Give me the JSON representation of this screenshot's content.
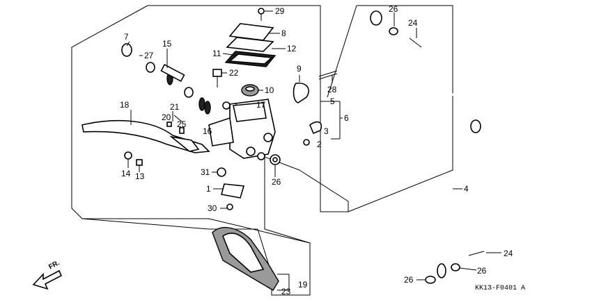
{
  "diagram": {
    "drawing_code": "KK13-F0401 A",
    "direction_label": "FR.",
    "callouts": [
      {
        "id": "c29",
        "text": "29"
      },
      {
        "id": "c8",
        "text": "8"
      },
      {
        "id": "c12",
        "text": "12"
      },
      {
        "id": "c11",
        "text": "11"
      },
      {
        "id": "c7",
        "text": "7"
      },
      {
        "id": "c27",
        "text": "27"
      },
      {
        "id": "c15",
        "text": "15"
      },
      {
        "id": "c22",
        "text": "22"
      },
      {
        "id": "c9",
        "text": "9"
      },
      {
        "id": "c10",
        "text": "10"
      },
      {
        "id": "c28",
        "text": "28"
      },
      {
        "id": "c17",
        "text": "17"
      },
      {
        "id": "c5",
        "text": "5"
      },
      {
        "id": "c6",
        "text": "6"
      },
      {
        "id": "c18",
        "text": "18"
      },
      {
        "id": "c21",
        "text": "21"
      },
      {
        "id": "c20",
        "text": "20"
      },
      {
        "id": "c25",
        "text": "25"
      },
      {
        "id": "c16",
        "text": "16"
      },
      {
        "id": "c3",
        "text": "3"
      },
      {
        "id": "c2",
        "text": "2"
      },
      {
        "id": "c14",
        "text": "14"
      },
      {
        "id": "c13",
        "text": "13"
      },
      {
        "id": "c31",
        "text": "31"
      },
      {
        "id": "c26a",
        "text": "26"
      },
      {
        "id": "c1",
        "text": "1"
      },
      {
        "id": "c30",
        "text": "30"
      },
      {
        "id": "c19",
        "text": "19"
      },
      {
        "id": "c23",
        "text": "23"
      },
      {
        "id": "c26b",
        "text": "26"
      },
      {
        "id": "c24a",
        "text": "24"
      },
      {
        "id": "c4",
        "text": "4"
      },
      {
        "id": "c24b",
        "text": "24"
      },
      {
        "id": "c26c",
        "text": "26"
      },
      {
        "id": "c26d",
        "text": "26"
      }
    ]
  }
}
